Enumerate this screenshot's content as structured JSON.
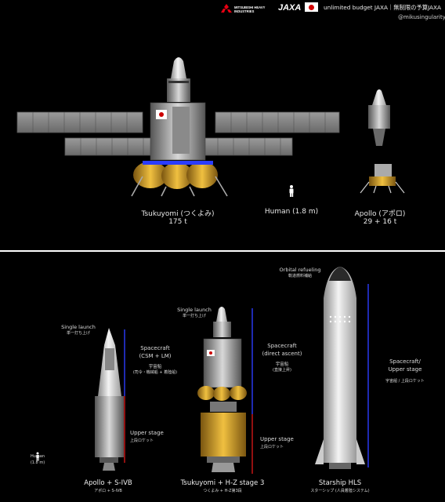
{
  "header": {
    "mhi_logo_text": "MITSUBISHI HEAVY INDUSTRIES",
    "jaxa_logo_text": "JAXA",
    "title": "unlimited budget JAXA｜無制限の予算JAXA",
    "handle": "@mikusingularity"
  },
  "colors": {
    "background": "#000000",
    "divider": "#ffffff",
    "blue_bracket": "#2b3cff",
    "red_bracket": "#d01818",
    "gold": "#d9a520"
  },
  "top_panel": {
    "tsukuyomi_label": "Tsukuyomi (つくよみ)",
    "tsukuyomi_mass": "175 t",
    "human_label": "Human (1.8 m)",
    "apollo_label": "Apollo (アポロ)",
    "apollo_mass": "29 + 16 t"
  },
  "bottom_panel": {
    "apollo_stack": {
      "single_launch_en": "Single launch",
      "single_launch_jp": "単一打ち上げ",
      "spacecraft_en": "Spacecraft",
      "spacecraft_en2": "(CSM + LM)",
      "spacecraft_jp": "宇宙船",
      "spacecraft_jp2": "(司令・機械船 + 着陸船)",
      "upper_stage_en": "Upper stage",
      "upper_stage_jp": "上段ロケット",
      "name": "Apollo + S-IVB",
      "name_jp": "アポロ + S-IVB"
    },
    "human_label": "Human",
    "human_height": "(1.8 m)",
    "tsukuyomi_stack": {
      "single_launch_en": "Single launch",
      "single_launch_jp": "単一打ち上げ",
      "spacecraft_en": "Spacecraft",
      "spacecraft_en2": "(direct ascent)",
      "spacecraft_jp": "宇宙船",
      "spacecraft_jp2": "(直接上昇)",
      "upper_stage_en": "Upper stage",
      "upper_stage_jp": "上段ロケット",
      "name": "Tsukuyomi + H-Z stage 3",
      "name_jp": "つくよみ + H-Z第3段"
    },
    "starship_stack": {
      "refuel_en": "Orbital refueling",
      "refuel_jp": "軌道燃料補給",
      "spacecraft_en": "Spacecraft/",
      "spacecraft_en2": "Upper stage",
      "spacecraft_jp": "宇宙船 / 上段ロケット",
      "name": "Starship HLS",
      "name_jp": "スターシップ (人員着陸システム)"
    }
  }
}
